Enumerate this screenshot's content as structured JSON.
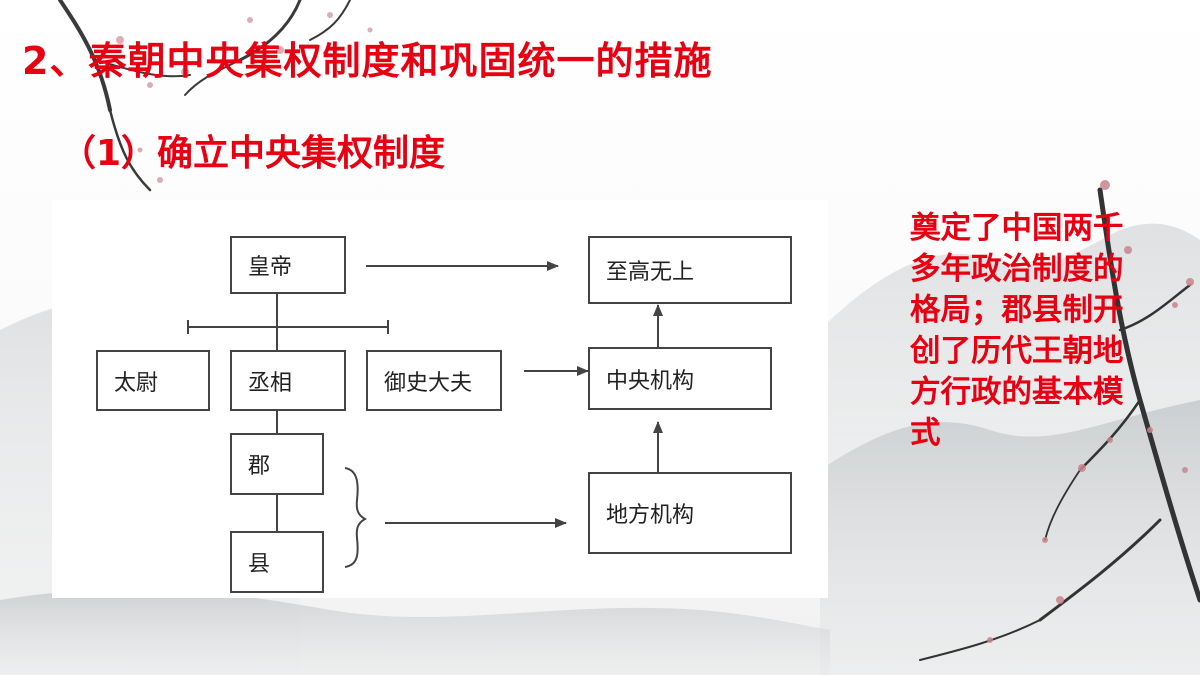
{
  "title": "2、秦朝中央集权制度和巩固统一的措施",
  "subtitle": "（1）确立中央集权制度",
  "diagram": {
    "nodes": {
      "emperor": "皇帝",
      "taiwei": "太尉",
      "chengxiang": "丞相",
      "yushi": "御史大夫",
      "jun": "郡",
      "xian": "县",
      "supreme": "至高无上",
      "central": "中央机构",
      "local": "地方机构"
    }
  },
  "note": "奠定了中国两千多年政治制度的格局；郡县制开创了历代王朝地方行政的基本模式",
  "colors": {
    "accent": "#e60012",
    "line": "#444444"
  },
  "decorations": [
    "plum-blossom-branch",
    "ink-mountains"
  ]
}
